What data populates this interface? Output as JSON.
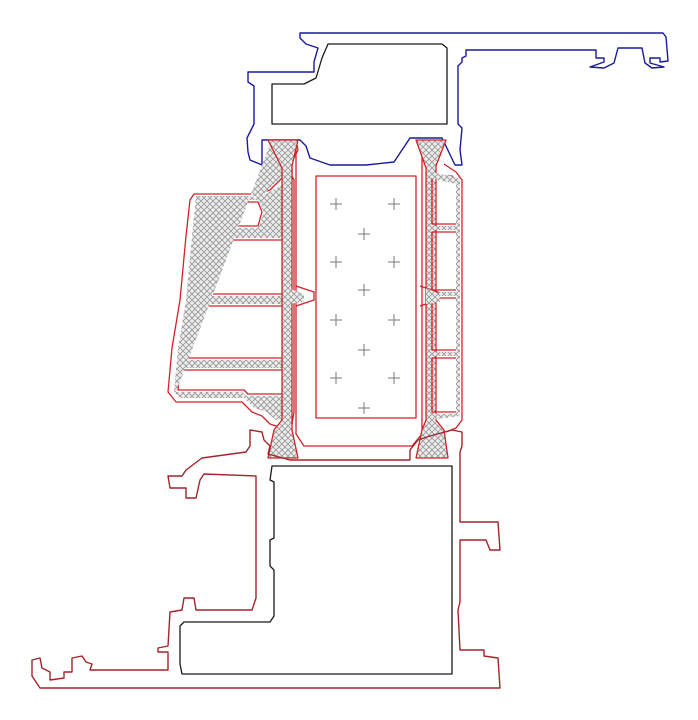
{
  "colors": {
    "frame_cover": "#1a1a9c",
    "sash_profile": "#d42028",
    "base_frame": "#a3242b",
    "reinforcement": "#1a1a1a",
    "hatch_fill": "#9a9a9a",
    "cross_mark": "#7a7a7a"
  },
  "drawing": {
    "components": [
      "top-cover-profile",
      "sash-profile",
      "glazing-unit",
      "bottom-frame-profile",
      "steel-reinforcement"
    ]
  }
}
